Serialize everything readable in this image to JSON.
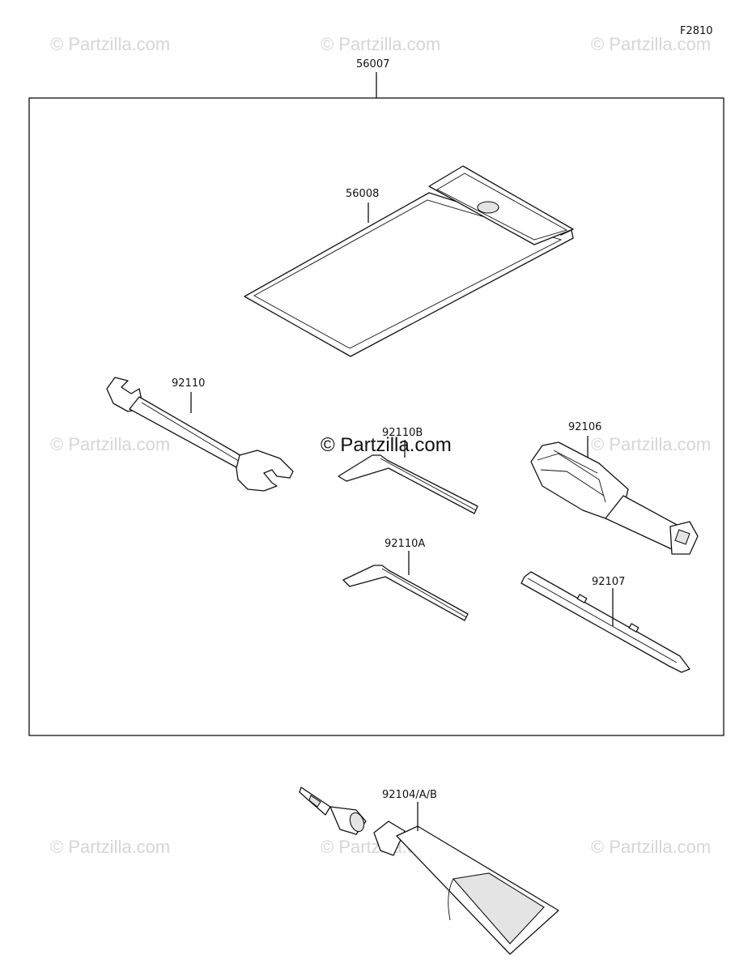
{
  "figure_code": "F2810",
  "watermark": {
    "text": "© Partzilla.com",
    "center_text": "© Partzilla.com"
  },
  "parts": {
    "kit": "56007",
    "case": "56008",
    "wrench": "92110",
    "hex_key_b": "92110B",
    "hex_key_a": "92110A",
    "screwdriver_handle": "92106",
    "screwdriver_bit": "92107",
    "grease_tube": "92104/A/B"
  }
}
